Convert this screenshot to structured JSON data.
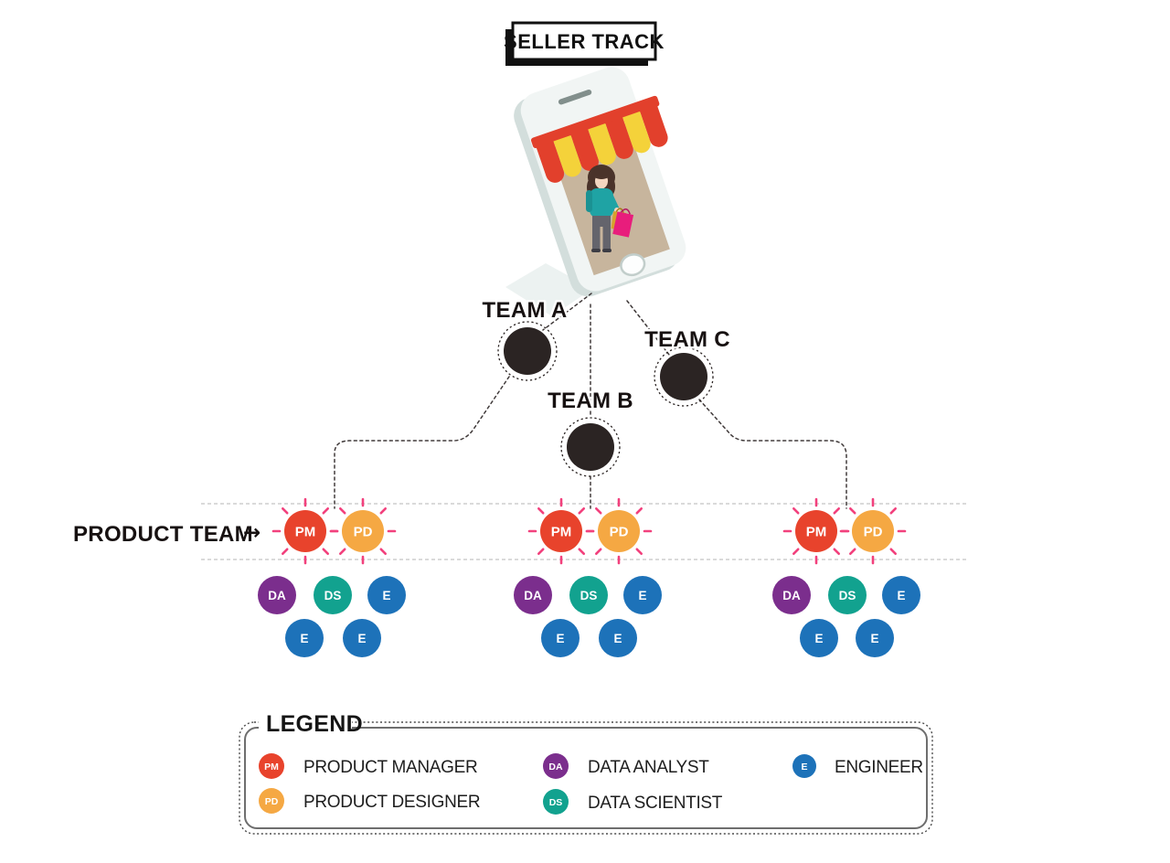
{
  "title": "SELLER TRACK",
  "band": {
    "label": "PRODUCT TEAM",
    "arrow_icon": "→"
  },
  "teams": [
    {
      "label": "TEAM A",
      "product_team": [
        "PM",
        "PD"
      ],
      "members": [
        "DA",
        "DS",
        "E",
        "E",
        "E"
      ]
    },
    {
      "label": "TEAM B",
      "product_team": [
        "PM",
        "PD"
      ],
      "members": [
        "DA",
        "DS",
        "E",
        "E",
        "E"
      ]
    },
    {
      "label": "TEAM C",
      "product_team": [
        "PM",
        "PD"
      ],
      "members": [
        "DA",
        "DS",
        "E",
        "E",
        "E"
      ]
    }
  ],
  "colors": {
    "pm": "#e8432c",
    "pd": "#f5a843",
    "da": "#7b2e8d",
    "ds": "#12a28f",
    "e": "#1d72b9",
    "team_node": "#2b2423",
    "sparkle": "#f2417d",
    "awning_red": "#e2402c",
    "awning_yellow": "#f4d23a"
  },
  "legend": {
    "title": "LEGEND",
    "items": [
      {
        "abbr": "PM",
        "label": "PRODUCT MANAGER",
        "color": "#e8432c"
      },
      {
        "abbr": "PD",
        "label": "PRODUCT DESIGNER",
        "color": "#f5a843"
      },
      {
        "abbr": "DA",
        "label": "DATA ANALYST",
        "color": "#7b2e8d"
      },
      {
        "abbr": "DS",
        "label": "DATA SCIENTIST",
        "color": "#12a28f"
      },
      {
        "abbr": "E",
        "label": "ENGINEER",
        "color": "#1d72b9"
      }
    ]
  }
}
